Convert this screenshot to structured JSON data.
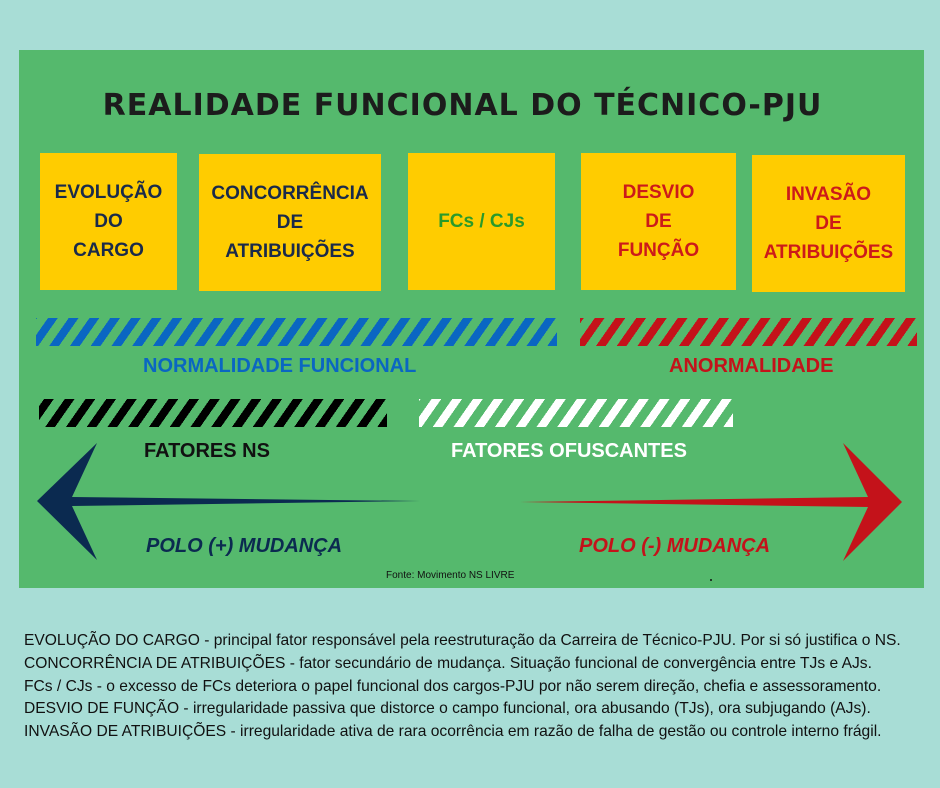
{
  "title": "REALIDADE FUNCIONAL DO TÉCNICO-PJU",
  "boxes": [
    {
      "lines": [
        "EVOLUÇÃO",
        "DO",
        "CARGO"
      ],
      "color": "#1a2a4a"
    },
    {
      "lines": [
        "CONCORRÊNCIA",
        "DE",
        "ATRIBUIÇÕES"
      ],
      "color": "#1a2a4a"
    },
    {
      "lines": [
        "FCs / CJs"
      ],
      "color": "#2a9a2a"
    },
    {
      "lines": [
        "DESVIO",
        "DE",
        "FUNÇÃO"
      ],
      "color": "#cc1a1a"
    },
    {
      "lines": [
        "INVASÃO",
        "DE",
        "ATRIBUIÇÕES"
      ],
      "color": "#cc1a1a"
    }
  ],
  "bands": {
    "normal": "NORMALIDADE FUNCIONAL",
    "abnormal": "ANORMALIDADE",
    "ns_factors": "FATORES NS",
    "obscuring_factors": "FATORES OFUSCANTES"
  },
  "poles": {
    "positive": "POLO (+) MUDANÇA",
    "negative": "POLO (-) MUDANÇA"
  },
  "source": "Fonte: Movimento NS LIVRE",
  "notes": [
    "EVOLUÇÃO DO CARGO - principal fator responsável pela reestruturação da Carreira de Técnico-PJU. Por si só justifica o NS.",
    "CONCORRÊNCIA DE ATRIBUIÇÕES - fator secundário de mudança. Situação funcional de convergência entre TJs e AJs.",
    "FCs / CJs - o excesso de FCs deteriora o papel funcional dos cargos-PJU por não serem direção, chefia e assessoramento.",
    "DESVIO DE FUNÇÃO - irregularidade passiva que distorce o campo funcional, ora abusando (TJs), ora subjugando (AJs).",
    "INVASÃO DE ATRIBUIÇÕES - irregularidade ativa de rara ocorrência em razão de falha de gestão ou controle interno frágil."
  ],
  "colors": {
    "background": "#a8ddd6",
    "panel": "#55b96d",
    "box": "#ffcc00",
    "blue": "#0a66c2",
    "red": "#c4121a",
    "navy": "#0b2a50"
  }
}
